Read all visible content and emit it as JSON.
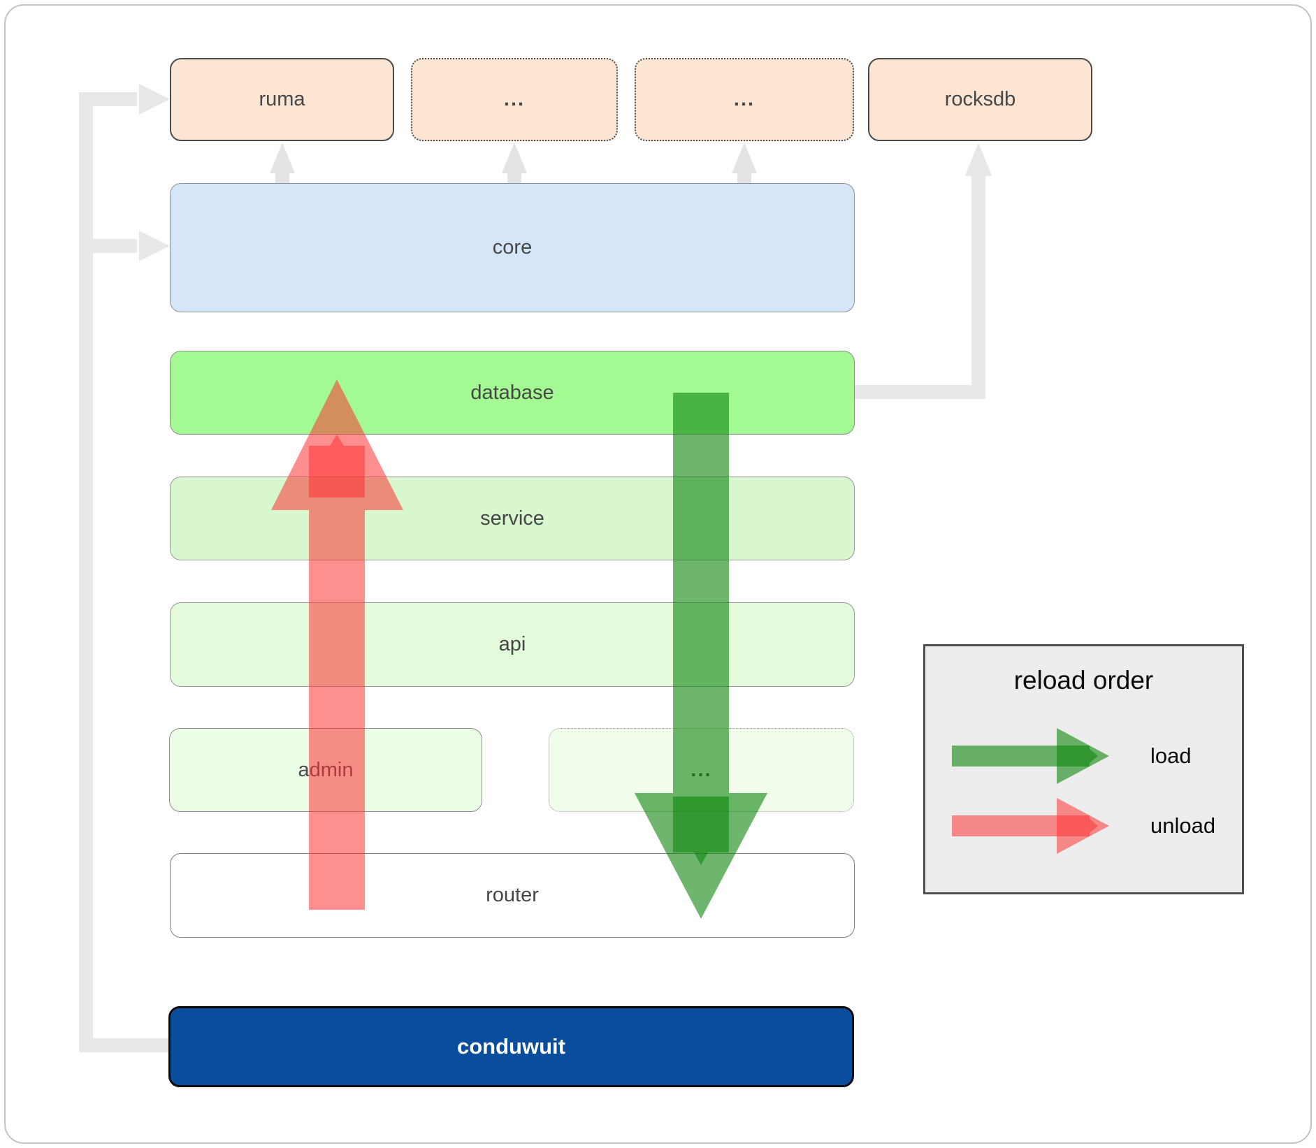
{
  "nodes": {
    "top": [
      {
        "label": "ruma"
      },
      {
        "label": "..."
      },
      {
        "label": "..."
      },
      {
        "label": "rocksdb"
      }
    ],
    "core": {
      "label": "core"
    },
    "database": {
      "label": "database"
    },
    "service": {
      "label": "service"
    },
    "api": {
      "label": "api"
    },
    "admin": {
      "label": "admin"
    },
    "more": {
      "label": "..."
    },
    "router": {
      "label": "router"
    },
    "app": {
      "label": "conduwuit"
    }
  },
  "legend": {
    "title": "reload order",
    "load_label": "load",
    "unload_label": "unload"
  },
  "colors": {
    "module_peach": "#fce5d3",
    "core_blue": "#d5e6f8",
    "database_green": "#a3fa92",
    "service_green": "#d8f7cf",
    "api_green": "#e3fadb",
    "admin_green": "#ebfce6",
    "more_green": "#effdea",
    "router_white": "#ffffff",
    "app_blue": "#0a4d9c",
    "legend_gray": "#ededed",
    "connector_gray": "#e8e8e8",
    "load_arrow_green": "rgba(13,133,12,0.6)",
    "unload_arrow_red": "rgba(251,51,51,0.55)"
  }
}
